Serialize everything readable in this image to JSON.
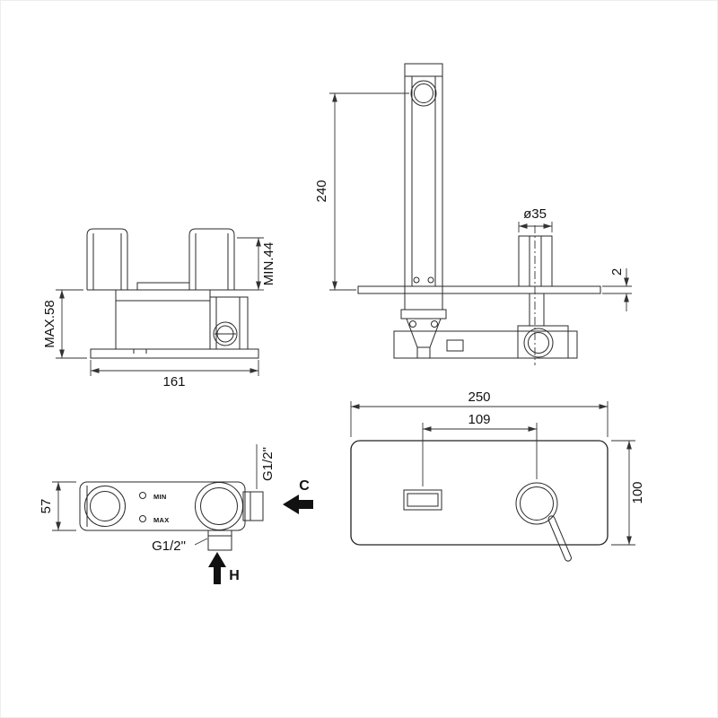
{
  "drawing": {
    "side_view": {
      "dim_max_height": "MAX.58",
      "dim_min_height": "MIN.44",
      "dim_width": "161"
    },
    "front_view": {
      "dim_spout_height": "240",
      "dim_handle_diameter": "ø35",
      "dim_plate_thickness": "2"
    },
    "top_view": {
      "dim_depth": "57",
      "thread_side_outlet": "G1/2\"",
      "thread_bottom_outlet": "G1/2\"",
      "label_min": "MIN",
      "label_max": "MAX",
      "label_cold": "C",
      "label_hot": "H"
    },
    "plate_view": {
      "dim_width": "250",
      "dim_spout_to_handle": "109",
      "dim_height": "100"
    }
  }
}
